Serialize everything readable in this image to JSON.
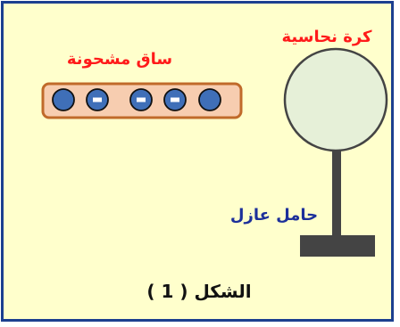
{
  "labels": {
    "copper_sphere": "كرة نحاسية",
    "charged_rod": "ساق مشحونة",
    "insulating_stand": "حامل عازل",
    "figure_caption": "الشكل ( 1 )"
  },
  "rod": {
    "charge_symbols": [
      "",
      "-",
      "-",
      "-",
      ""
    ]
  },
  "colors": {
    "frame_border": "#1c3f8f",
    "background": "#ffffcc",
    "red_label": "#ff1a1a",
    "blue_label": "#1c2f9a",
    "black_label": "#111111",
    "rod_fill": "#f7cdb0",
    "rod_border": "#c06a2a",
    "charge_fill": "#3f6fb8",
    "sphere_fill": "#e6f0d8",
    "stand": "#444444"
  }
}
